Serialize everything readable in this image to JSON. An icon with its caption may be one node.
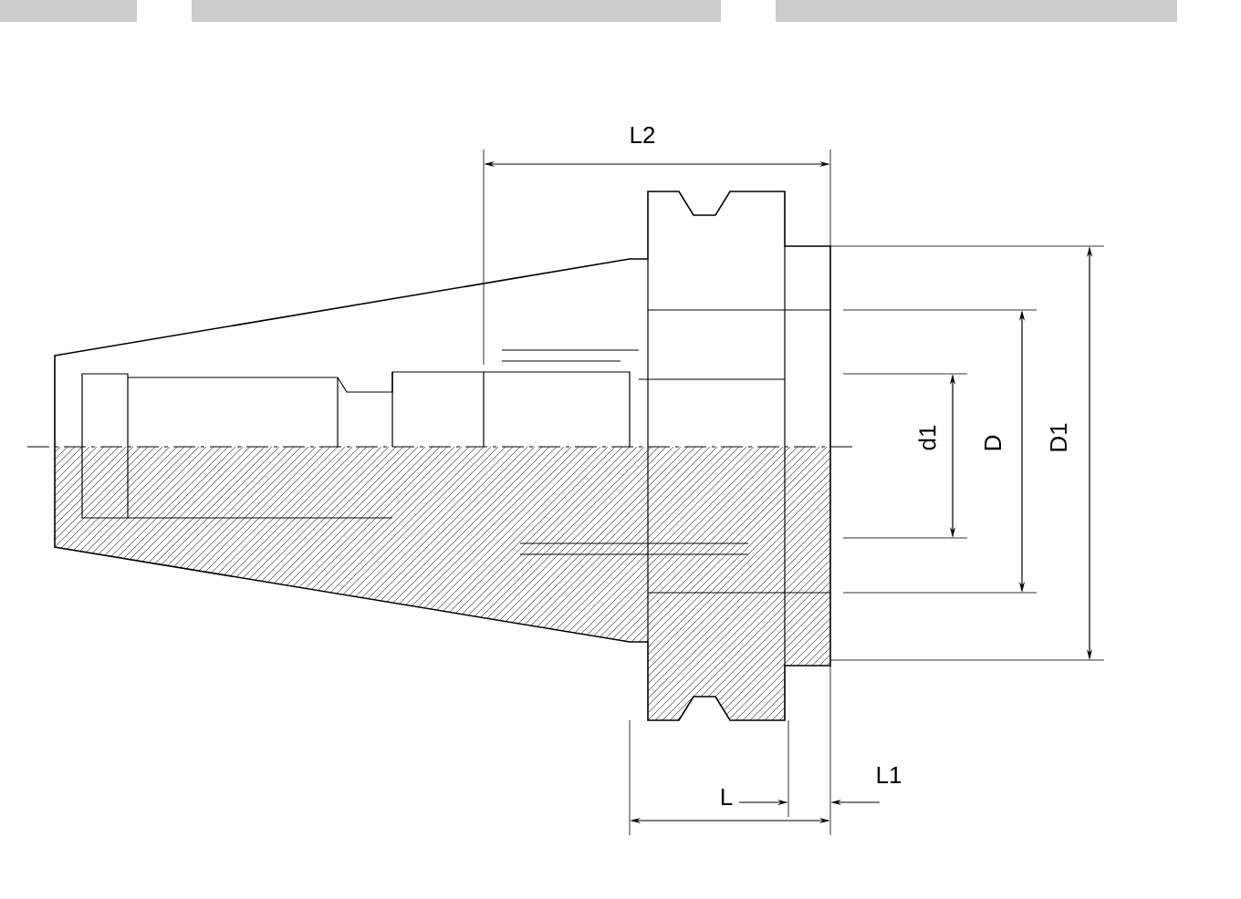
{
  "diagram": {
    "labels": [
      "L2",
      "d1",
      "D",
      "D1",
      "L1",
      "L"
    ]
  }
}
